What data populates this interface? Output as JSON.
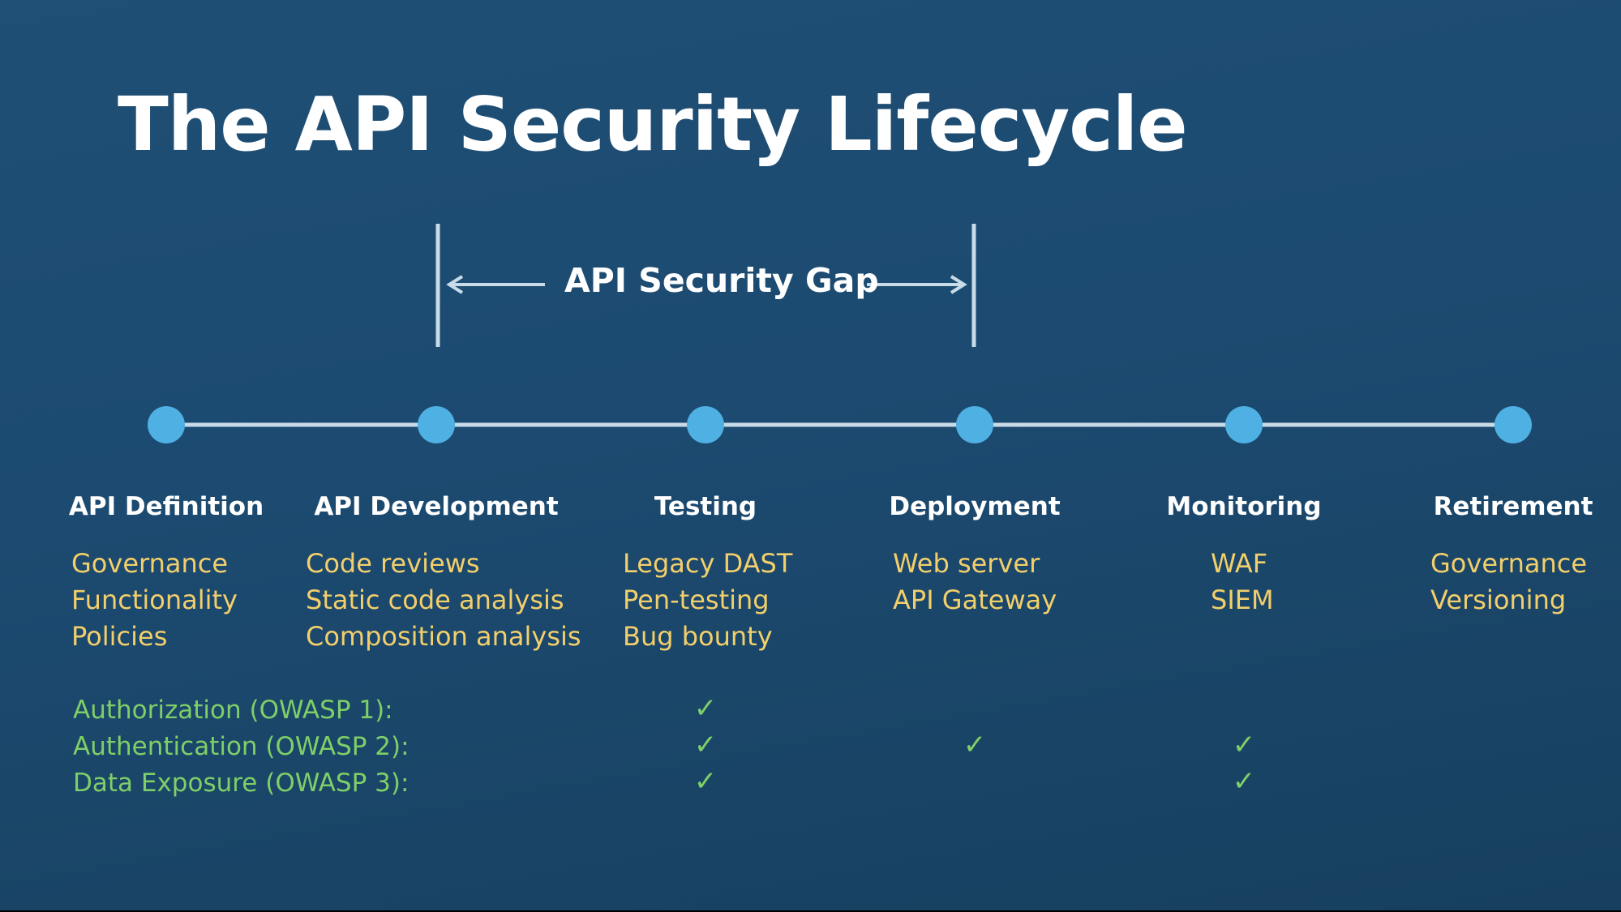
{
  "title": "The API Security Lifecycle",
  "gap_label": "API Security Gap",
  "colors": {
    "background": "#1d4b71",
    "title_text": "#ffffff",
    "stage_items": "#f3cf6b",
    "owasp": "#7fcf68",
    "node": "#4fb0e3",
    "line": "#c8dbe8"
  },
  "stages": [
    {
      "name": "API Definition",
      "items": [
        "Governance",
        "Functionality",
        "Policies"
      ]
    },
    {
      "name": "API Development",
      "items": [
        "Code reviews",
        "Static code analysis",
        "Composition analysis"
      ]
    },
    {
      "name": "Testing",
      "items": [
        "Legacy DAST",
        "Pen-testing",
        "Bug bounty"
      ]
    },
    {
      "name": "Deployment",
      "items": [
        "Web server",
        "API Gateway"
      ]
    },
    {
      "name": "Monitoring",
      "items": [
        "WAF",
        "SIEM"
      ]
    },
    {
      "name": "Retirement",
      "items": [
        "Governance",
        "Versioning"
      ]
    }
  ],
  "gap_span": {
    "from_stage": 1,
    "to_stage": 3
  },
  "owasp_rows": [
    {
      "label": "Authorization (OWASP 1):",
      "checks": [
        false,
        false,
        true,
        false,
        false,
        false
      ]
    },
    {
      "label": "Authentication (OWASP 2):",
      "checks": [
        false,
        false,
        true,
        true,
        true,
        false
      ]
    },
    {
      "label": "Data Exposure (OWASP 3):",
      "checks": [
        false,
        false,
        true,
        false,
        true,
        false
      ]
    }
  ],
  "check_glyph": "✓"
}
